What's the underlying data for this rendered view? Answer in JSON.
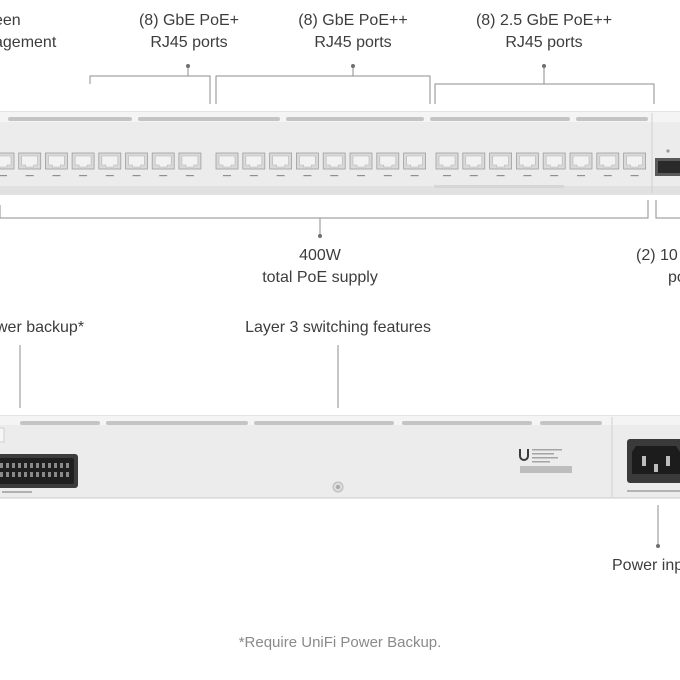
{
  "callouts": {
    "management": {
      "line1": "een",
      "line2": "agement"
    },
    "gbe_poe_plus": {
      "line1": "(8) GbE PoE+",
      "line2": "RJ45 ports"
    },
    "gbe_poe_plusplus": {
      "line1": "(8) GbE PoE++",
      "line2": "RJ45 ports"
    },
    "gbe25_poe_plusplus": {
      "line1": "(8) 2.5 GbE PoE++",
      "line2": "RJ45 ports"
    },
    "poe_supply": {
      "line1": "400W",
      "line2": "total PoE supply"
    },
    "sfp_ports": {
      "line1": "(2) 10",
      "line2": "po"
    },
    "power_backup": {
      "line1": "wer backup*"
    },
    "layer3": {
      "line1": "Layer 3 switching features"
    },
    "power_input": {
      "line1": "Power inp"
    }
  },
  "footnote": "*Require UniFi Power Backup.",
  "colors": {
    "chassis": "#e9e9e9",
    "edge": "#c9c9c9",
    "port": "#d4d4d4",
    "text": "#3d3d3d",
    "footnote": "#8a8a8a"
  },
  "icons": [
    "ubiquiti-logo",
    "power-inlet-icon",
    "rj45-port-icon",
    "sfp-port-icon",
    "backup-connector-icon"
  ]
}
